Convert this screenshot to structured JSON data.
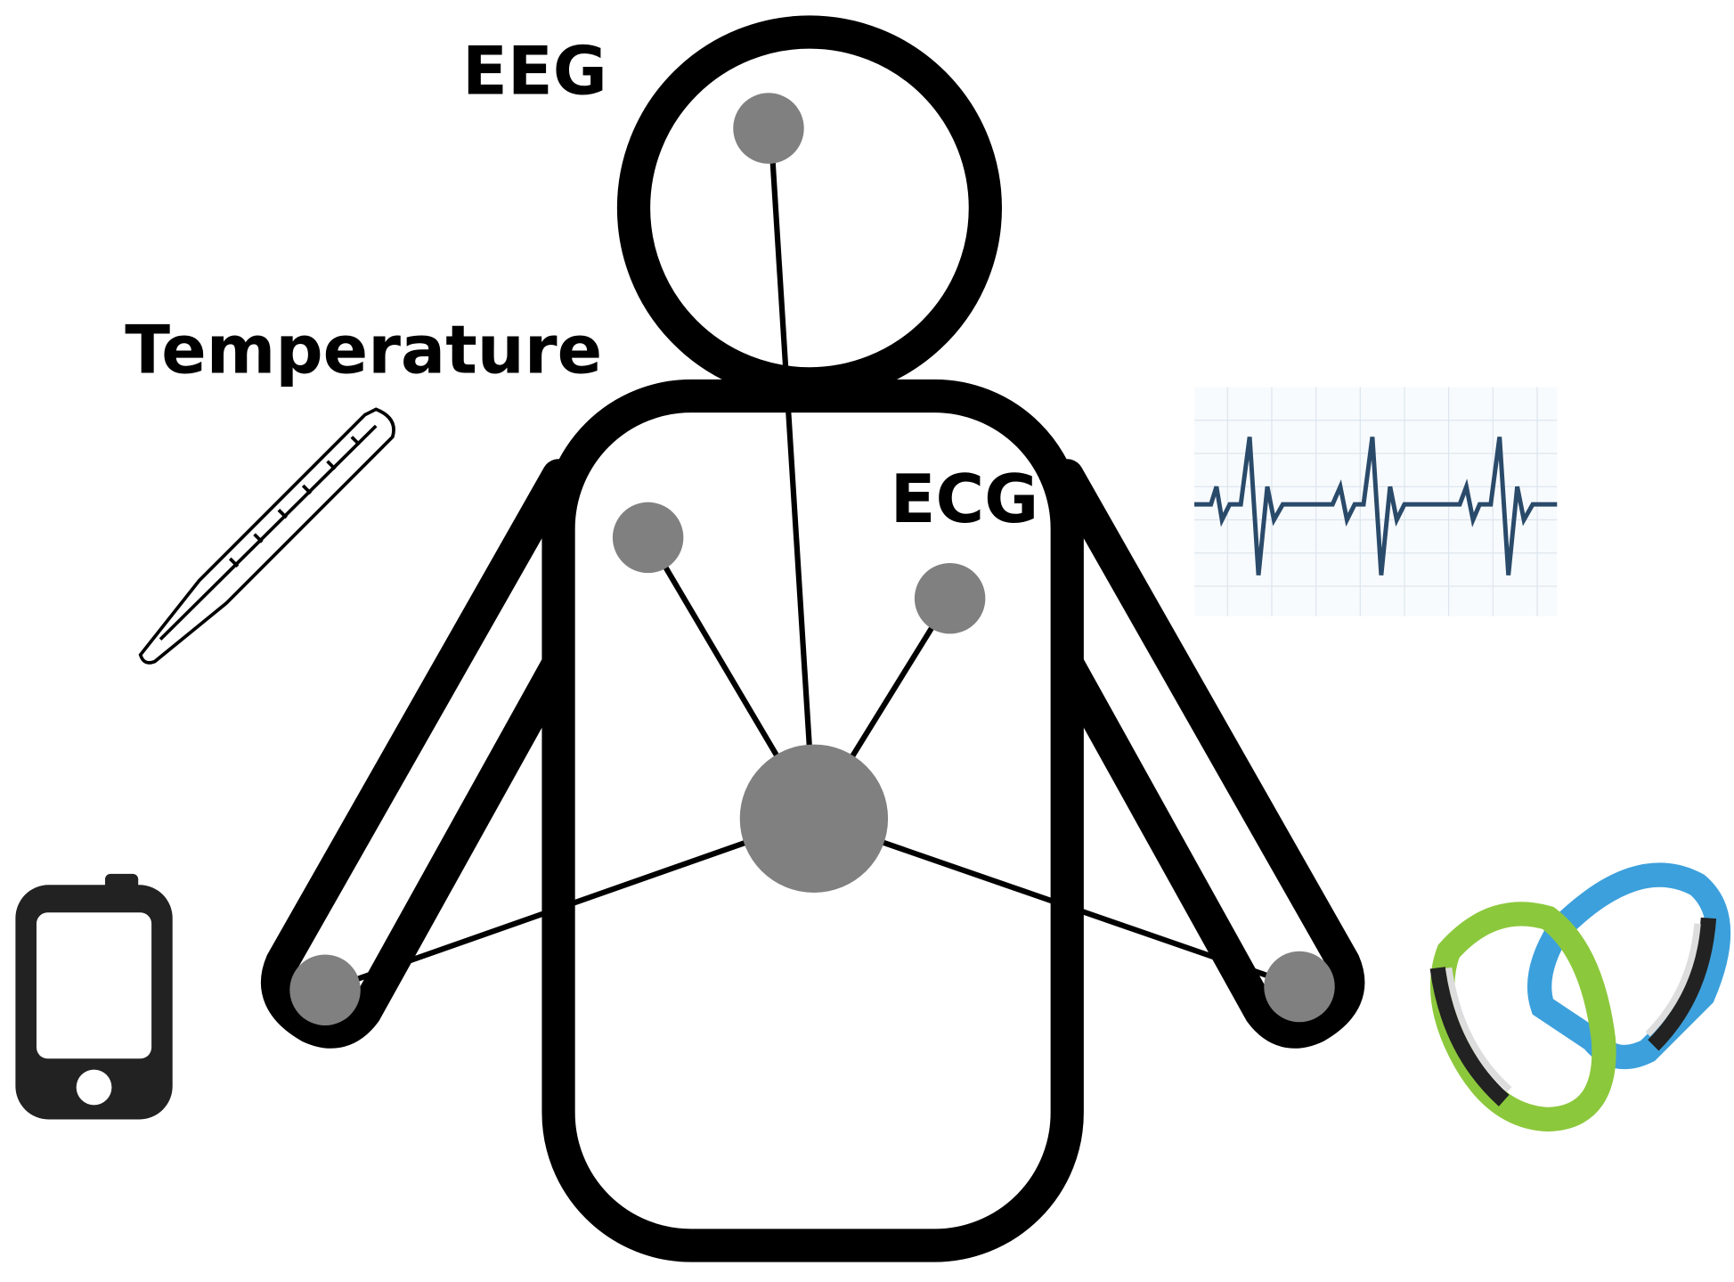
{
  "labels": {
    "eeg": "EEG",
    "temperature": "Temperature",
    "ecg": "ECG"
  },
  "colors": {
    "outline": "#000000",
    "sensor": "#808080",
    "ecg_wave": "#2a4a6a",
    "band_green": "#8cc83c",
    "band_blue": "#3ca0dc"
  },
  "icons": [
    "thermometer-icon",
    "ecg-waveform-icon",
    "smartphone-icon",
    "wristband-icon"
  ]
}
